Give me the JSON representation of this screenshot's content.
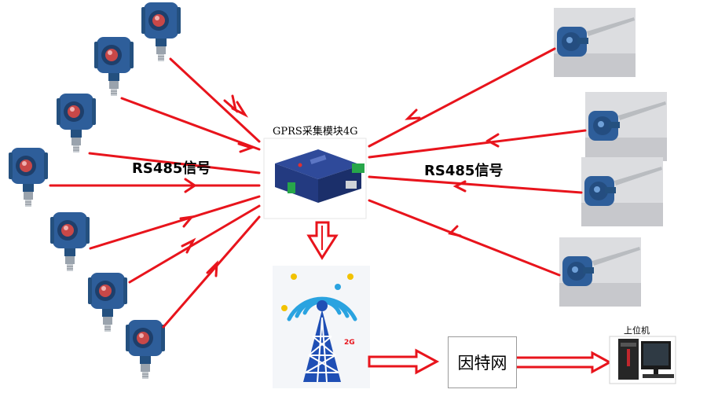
{
  "gateway": {
    "title": "GPRS采集模块4G"
  },
  "left_signal_label": "RS485信号",
  "right_signal_label": "RS485信号",
  "tower": {
    "band_label": "2G"
  },
  "cloud": {
    "label": "因特网"
  },
  "host": {
    "label": "上位机"
  },
  "colors": {
    "arrow": "#e8141c",
    "device_body": "#2e5e9a",
    "gateway_body": "#233a80",
    "tower": "#1f4fb5",
    "signal_arc": "#2aa3e0"
  },
  "icons": {
    "pressure_transmitter": "pressure-transmitter-icon",
    "temperature_sensor": "temperature-sensor-icon",
    "gateway": "gprs-gateway-icon",
    "tower": "signal-tower-icon",
    "computer": "desktop-computer-icon"
  }
}
